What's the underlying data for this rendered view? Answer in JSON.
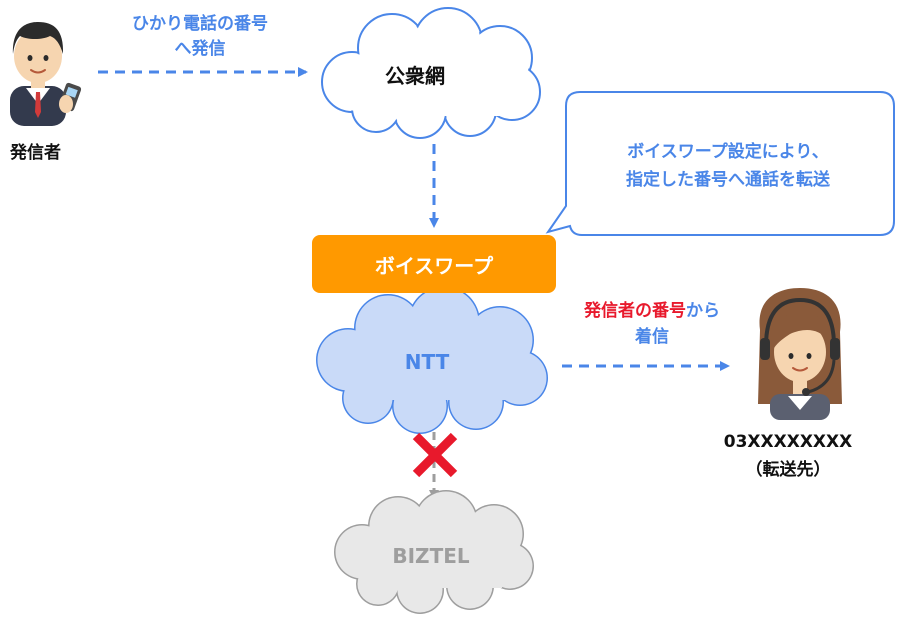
{
  "caller": {
    "label": "発信者"
  },
  "call_action": {
    "line1": "ひかり電話の番号",
    "line2": "へ発信"
  },
  "public_network": {
    "label": "公衆網"
  },
  "callout": {
    "line1": "ボイスワープ設定により、",
    "line2": "指定した番号へ通話を転送"
  },
  "voicewarp": {
    "label": "ボイスワープ"
  },
  "ntt": {
    "label": "NTT"
  },
  "incoming": {
    "highlight": "発信者の番号",
    "suffix": "から",
    "line2": "着信"
  },
  "destination": {
    "number": "03XXXXXXXX",
    "note": "（転送先）"
  },
  "biztel": {
    "label": "BIZTEL"
  },
  "colors": {
    "accent_blue": "#4a86e8",
    "orange": "#ff9900",
    "red": "#e8192c",
    "ntt_cloud": "#c9daf8",
    "gray": "#9e9e9e"
  }
}
